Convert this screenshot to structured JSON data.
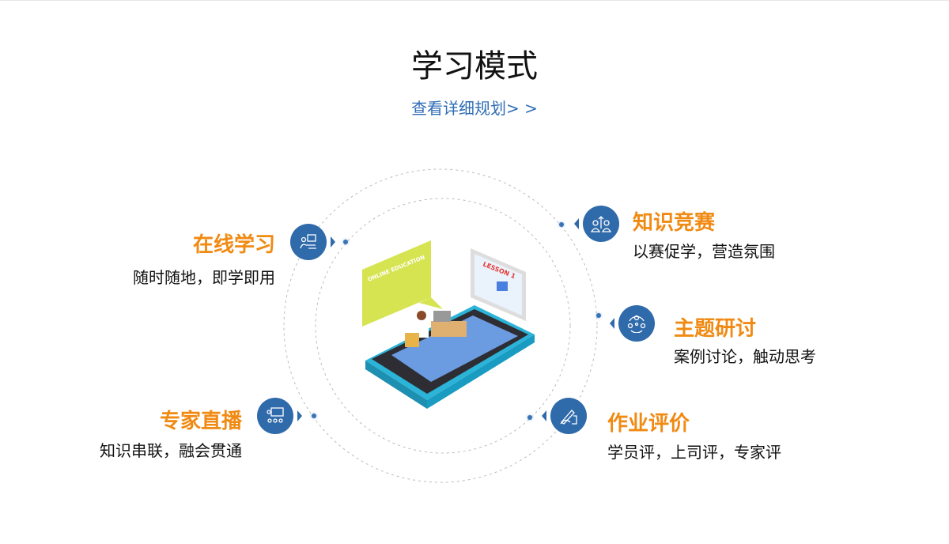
{
  "title": "学习模式",
  "link": "查看详细规划> >",
  "illustration": {
    "bubble": "ONLINE EDUCATION",
    "screen": "LESSON 1"
  },
  "items": [
    {
      "title": "在线学习",
      "sub": "随时随地，即学即用",
      "icon": "online-learning-icon"
    },
    {
      "title": "知识竞赛",
      "sub": "以赛促学，营造氛围",
      "icon": "competition-icon"
    },
    {
      "title": "主题研讨",
      "sub": "案例讨论，触动思考",
      "icon": "discussion-icon"
    },
    {
      "title": "专家直播",
      "sub": "知识串联，融会贯通",
      "icon": "live-lecture-icon"
    },
    {
      "title": "作业评价",
      "sub": "学员评，上司评，专家评",
      "icon": "assignment-review-icon"
    }
  ],
  "colors": {
    "accent": "#f08a12",
    "blue": "#2f6aaa",
    "link": "#2f6db5"
  }
}
